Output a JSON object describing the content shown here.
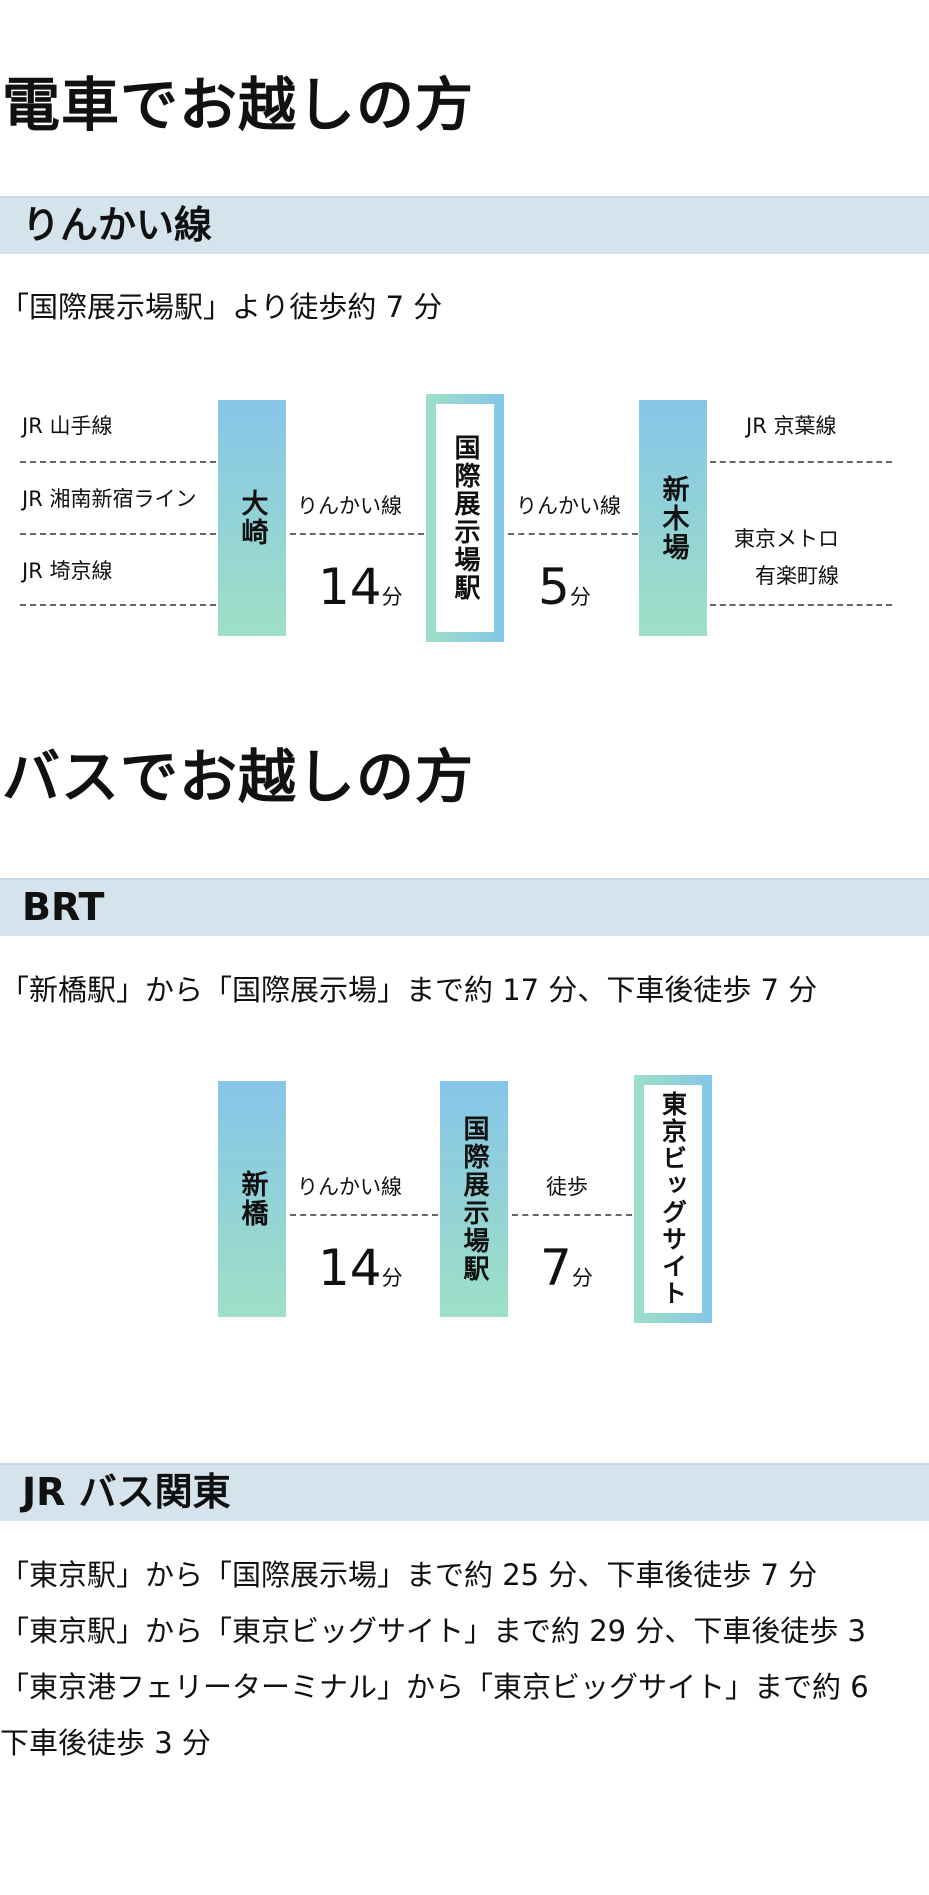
{
  "train": {
    "heading": "電車でお越しの方",
    "rinkai": {
      "band": "りんかい線",
      "desc": "「国際展示場駅」より徒歩約 7 分",
      "left_lines": [
        "JR 山手線",
        "JR 湘南新宿ライン",
        "JR 埼京線"
      ],
      "station_osaki": "大崎",
      "seg1_line": "りんかい線",
      "seg1_minutes": "14",
      "hub": "国際展示場駅",
      "seg2_line": "りんかい線",
      "seg2_minutes": "5",
      "station_shinkiba": "新木場",
      "right_lines": [
        "JR 京葉線",
        "東京メトロ",
        "有楽町線"
      ],
      "minute_unit": "分"
    }
  },
  "bus": {
    "heading": "バスでお越しの方",
    "brt": {
      "band": "BRT",
      "desc": "「新橋駅」から「国際展示場」まで約 17 分、下車後徒歩 7 分",
      "station_shimbashi": "新橋",
      "seg1_line": "りんかい線",
      "seg1_minutes": "14",
      "mid_station": "国際展示場駅",
      "seg2_line": "徒歩",
      "seg2_minutes": "7",
      "hub": "東京ビッグサイト",
      "minute_unit": "分"
    },
    "jrbus": {
      "band": "JR バス関東",
      "lines": [
        "「東京駅」から「国際展示場」まで約 25 分、下車後徒歩 7 分",
        "「東京駅」から「東京ビッグサイト」まで約 29 分、下車後徒歩 3",
        "「東京港フェリーターミナル」から「東京ビッグサイト」まで約 6",
        "下車後徒歩 3 分"
      ]
    }
  }
}
